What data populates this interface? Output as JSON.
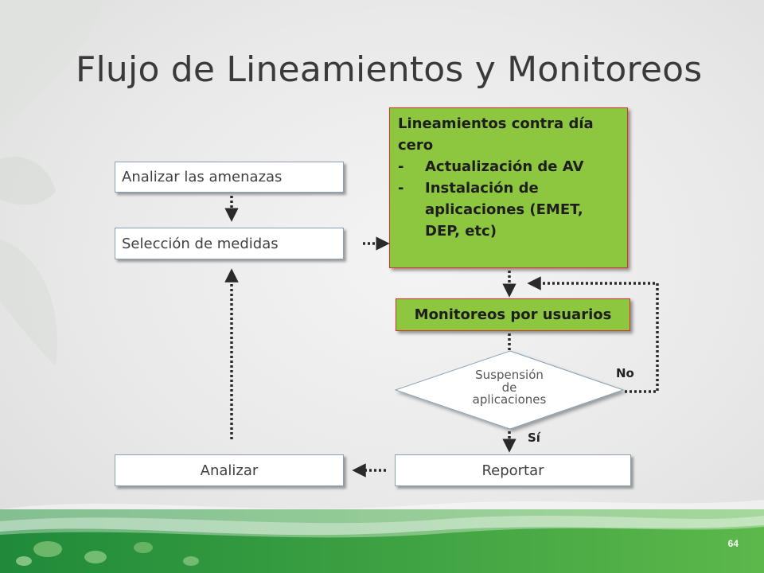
{
  "slide": {
    "title": "Flujo de Lineamientos y Monitoreos",
    "page_number": "64"
  },
  "boxes": {
    "analizar_amenazas": "Analizar las amenazas",
    "seleccion_medidas": "Selección de medidas",
    "analizar": "Analizar",
    "reportar": "Reportar",
    "monitoreos": "Monitoreos por usuarios"
  },
  "lineamientos": {
    "heading": "Lineamientos contra día cero",
    "items": [
      "Actualización de AV",
      "Instalación de aplicaciones (EMET, DEP, etc)"
    ]
  },
  "decision": {
    "line1": "Suspensión",
    "line2": "de",
    "line3": "aplicaciones",
    "no_label": "No",
    "si_label": "Sí"
  },
  "colors": {
    "green_box": "#8dc63f",
    "green_border": "#d7332a",
    "decor_green": "#2e9a3c",
    "arrow": "#2a2a2a"
  }
}
